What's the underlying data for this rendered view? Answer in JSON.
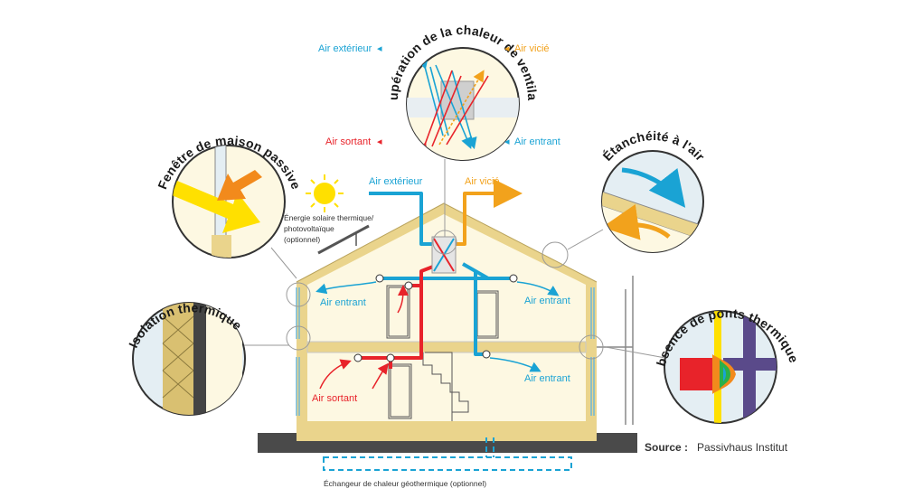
{
  "colors": {
    "fresh_air": "#1aa3d4",
    "stale_air": "#f2a21c",
    "warm_air": "#e8232a",
    "wall": "#ead48c",
    "interior": "#fdf8e2",
    "ground": "#4a4a4a",
    "sun": "#ffe000"
  },
  "ventilation_bubble": {
    "title": "Récupération de la chaleur de ventilation",
    "air_exterieur": "Air extérieur",
    "air_vicie": "Air vicié",
    "air_sortant": "Air sortant",
    "air_entrant": "Air entrant"
  },
  "window_bubble": {
    "title": "Fenêtre de maison passive"
  },
  "airtight_bubble": {
    "title": "Étanchéité à l'air"
  },
  "insulation_bubble": {
    "title": "Isolation thermique"
  },
  "thermal_bridge_bubble": {
    "title": "Absence de ponts thermiques"
  },
  "house": {
    "air_exterieur": "Air extérieur",
    "air_vicie": "Air vicié",
    "air_entrant_left": "Air entrant",
    "air_entrant_right_upper": "Air entrant",
    "air_entrant_right_lower": "Air entrant",
    "air_sortant": "Air sortant",
    "solar_line1": "Énergie solaire thermique/",
    "solar_line2": "photovoltaïque",
    "solar_line3": "(optionnel)",
    "geothermal": "Échangeur de chaleur géothermique (optionnel)"
  },
  "source": {
    "label": "Source :",
    "value": "Passivhaus Institut"
  }
}
